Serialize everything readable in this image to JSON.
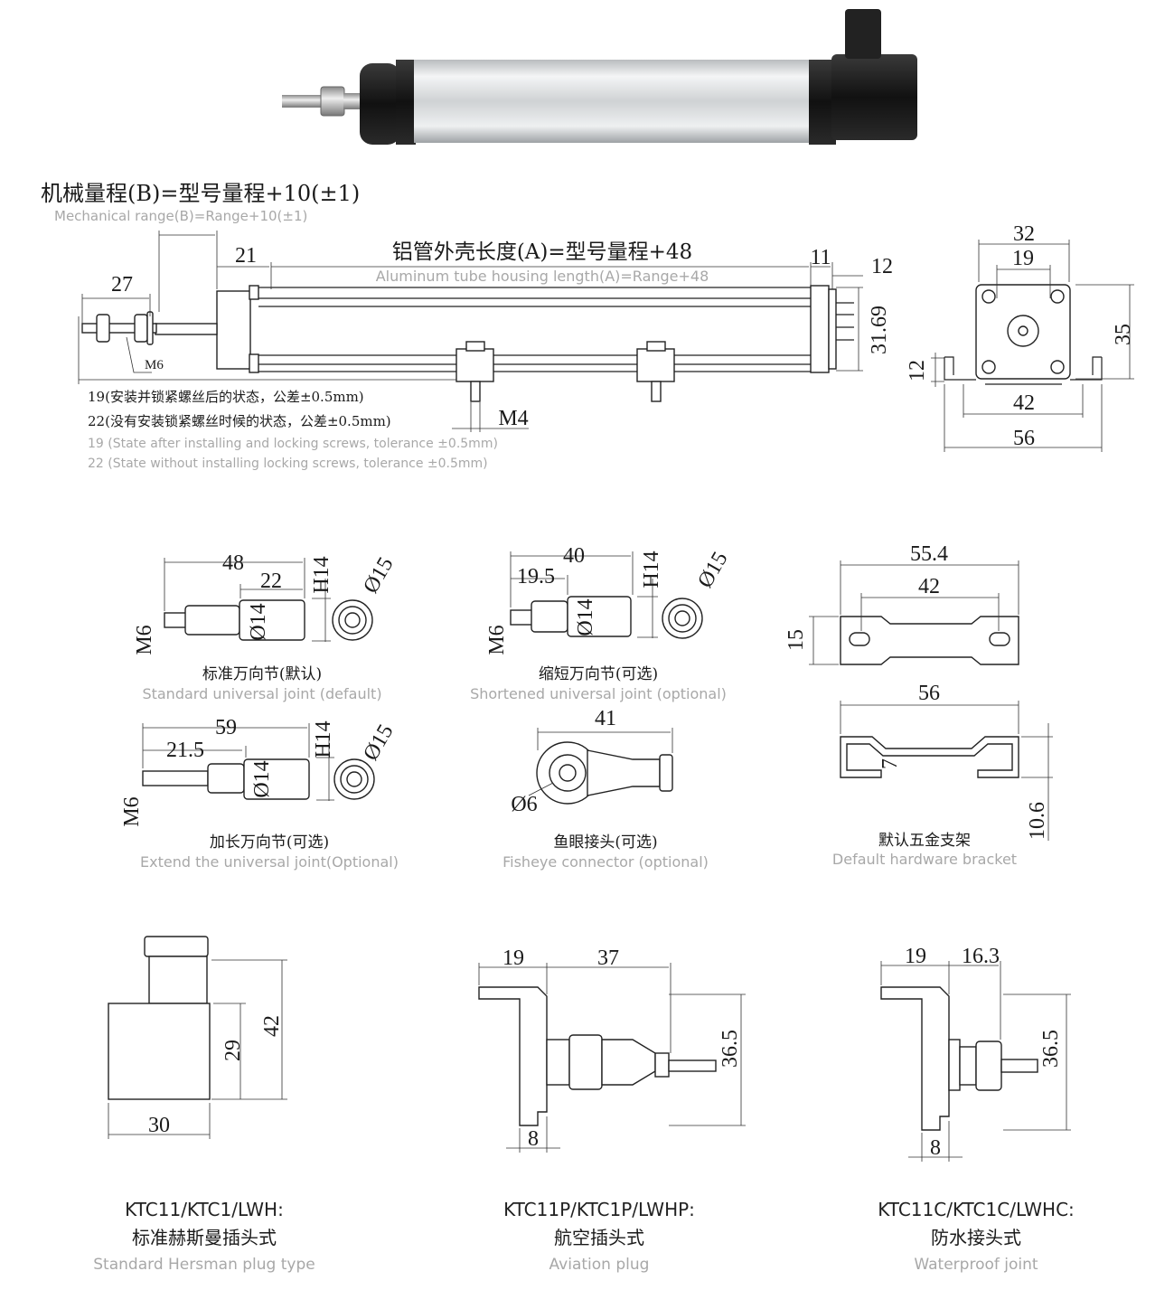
{
  "colors": {
    "text": "#1a1a1a",
    "english_caption": "#a8a8a8",
    "product_black": "#1c1c1c",
    "aluminum": "#d8dadc"
  },
  "main": {
    "mech_range_cn": "机械量程(B)=型号量程+10(±1)",
    "mech_range_en": "Mechanical range(B)=Range+10(±1)",
    "housing_cn": "铝管外壳长度(A)=型号量程+48",
    "housing_en": "Aluminum tube housing length(A)=Range+48",
    "dims": {
      "d27": "27",
      "d21": "21",
      "d11": "11",
      "d12": "12",
      "d3169": "31.69",
      "m6": "M6",
      "m4": "M4"
    },
    "notes_cn": [
      "19(安装并锁紧螺丝后的状态，公差±0.5mm)",
      "22(没有安装锁紧螺丝时候的状态，公差±0.5mm)"
    ],
    "notes_en": [
      "19 (State after installing and locking screws, tolerance ±0.5mm)",
      "22 (State without installing locking screws, tolerance ±0.5mm)"
    ]
  },
  "end_view": {
    "d32": "32",
    "d19": "19",
    "d35": "35",
    "d12": "12",
    "d42": "42",
    "d56": "56"
  },
  "joints": [
    {
      "dims": {
        "total": "48",
        "body": "22",
        "h": "H14",
        "dia_outer": "Ø15",
        "dia": "Ø14",
        "thread": "M6"
      },
      "caption_cn": "标准万向节(默认)",
      "caption_en": "Standard universal joint (default)"
    },
    {
      "dims": {
        "total": "40",
        "body": "19.5",
        "h": "H14",
        "dia_outer": "Ø15",
        "dia": "Ø14",
        "thread": "M6"
      },
      "caption_cn": "缩短万向节(可选)",
      "caption_en": "Shortened universal joint (optional)"
    },
    {
      "dims": {
        "total": "59",
        "body": "21.5",
        "h": "H14",
        "dia_outer": "Ø15",
        "dia": "Ø14",
        "thread": "M6"
      },
      "caption_cn": "加长万向节(可选)",
      "caption_en": "Extend the universal joint(Optional)"
    }
  ],
  "fisheye": {
    "dims": {
      "length": "41",
      "hole": "Ø6"
    },
    "caption_cn": "鱼眼接头(可选)",
    "caption_en": "Fisheye connector (optional)"
  },
  "bracket": {
    "dims": {
      "top_len": "55.4",
      "hole_pitch": "42",
      "height": "15",
      "side_len": "56",
      "step": "7",
      "depth": "10.6"
    },
    "caption_cn": "默认五金支架",
    "caption_en": "Default hardware bracket"
  },
  "plugs": [
    {
      "dims": {
        "a": "42",
        "b": "29",
        "c": "30"
      },
      "model": "KTC11/KTC1/LWH:",
      "caption_cn": "标准赫斯曼插头式",
      "caption_en": "Standard Hersman plug type"
    },
    {
      "dims": {
        "a": "19",
        "b": "37",
        "c": "36.5",
        "d": "8"
      },
      "model": "KTC11P/KTC1P/LWHP:",
      "caption_cn": "航空插头式",
      "caption_en": "Aviation plug"
    },
    {
      "dims": {
        "a": "19",
        "b": "16.3",
        "c": "36.5",
        "d": "8"
      },
      "model": "KTC11C/KTC1C/LWHC:",
      "caption_cn": "防水接头式",
      "caption_en": "Waterproof joint"
    }
  ]
}
